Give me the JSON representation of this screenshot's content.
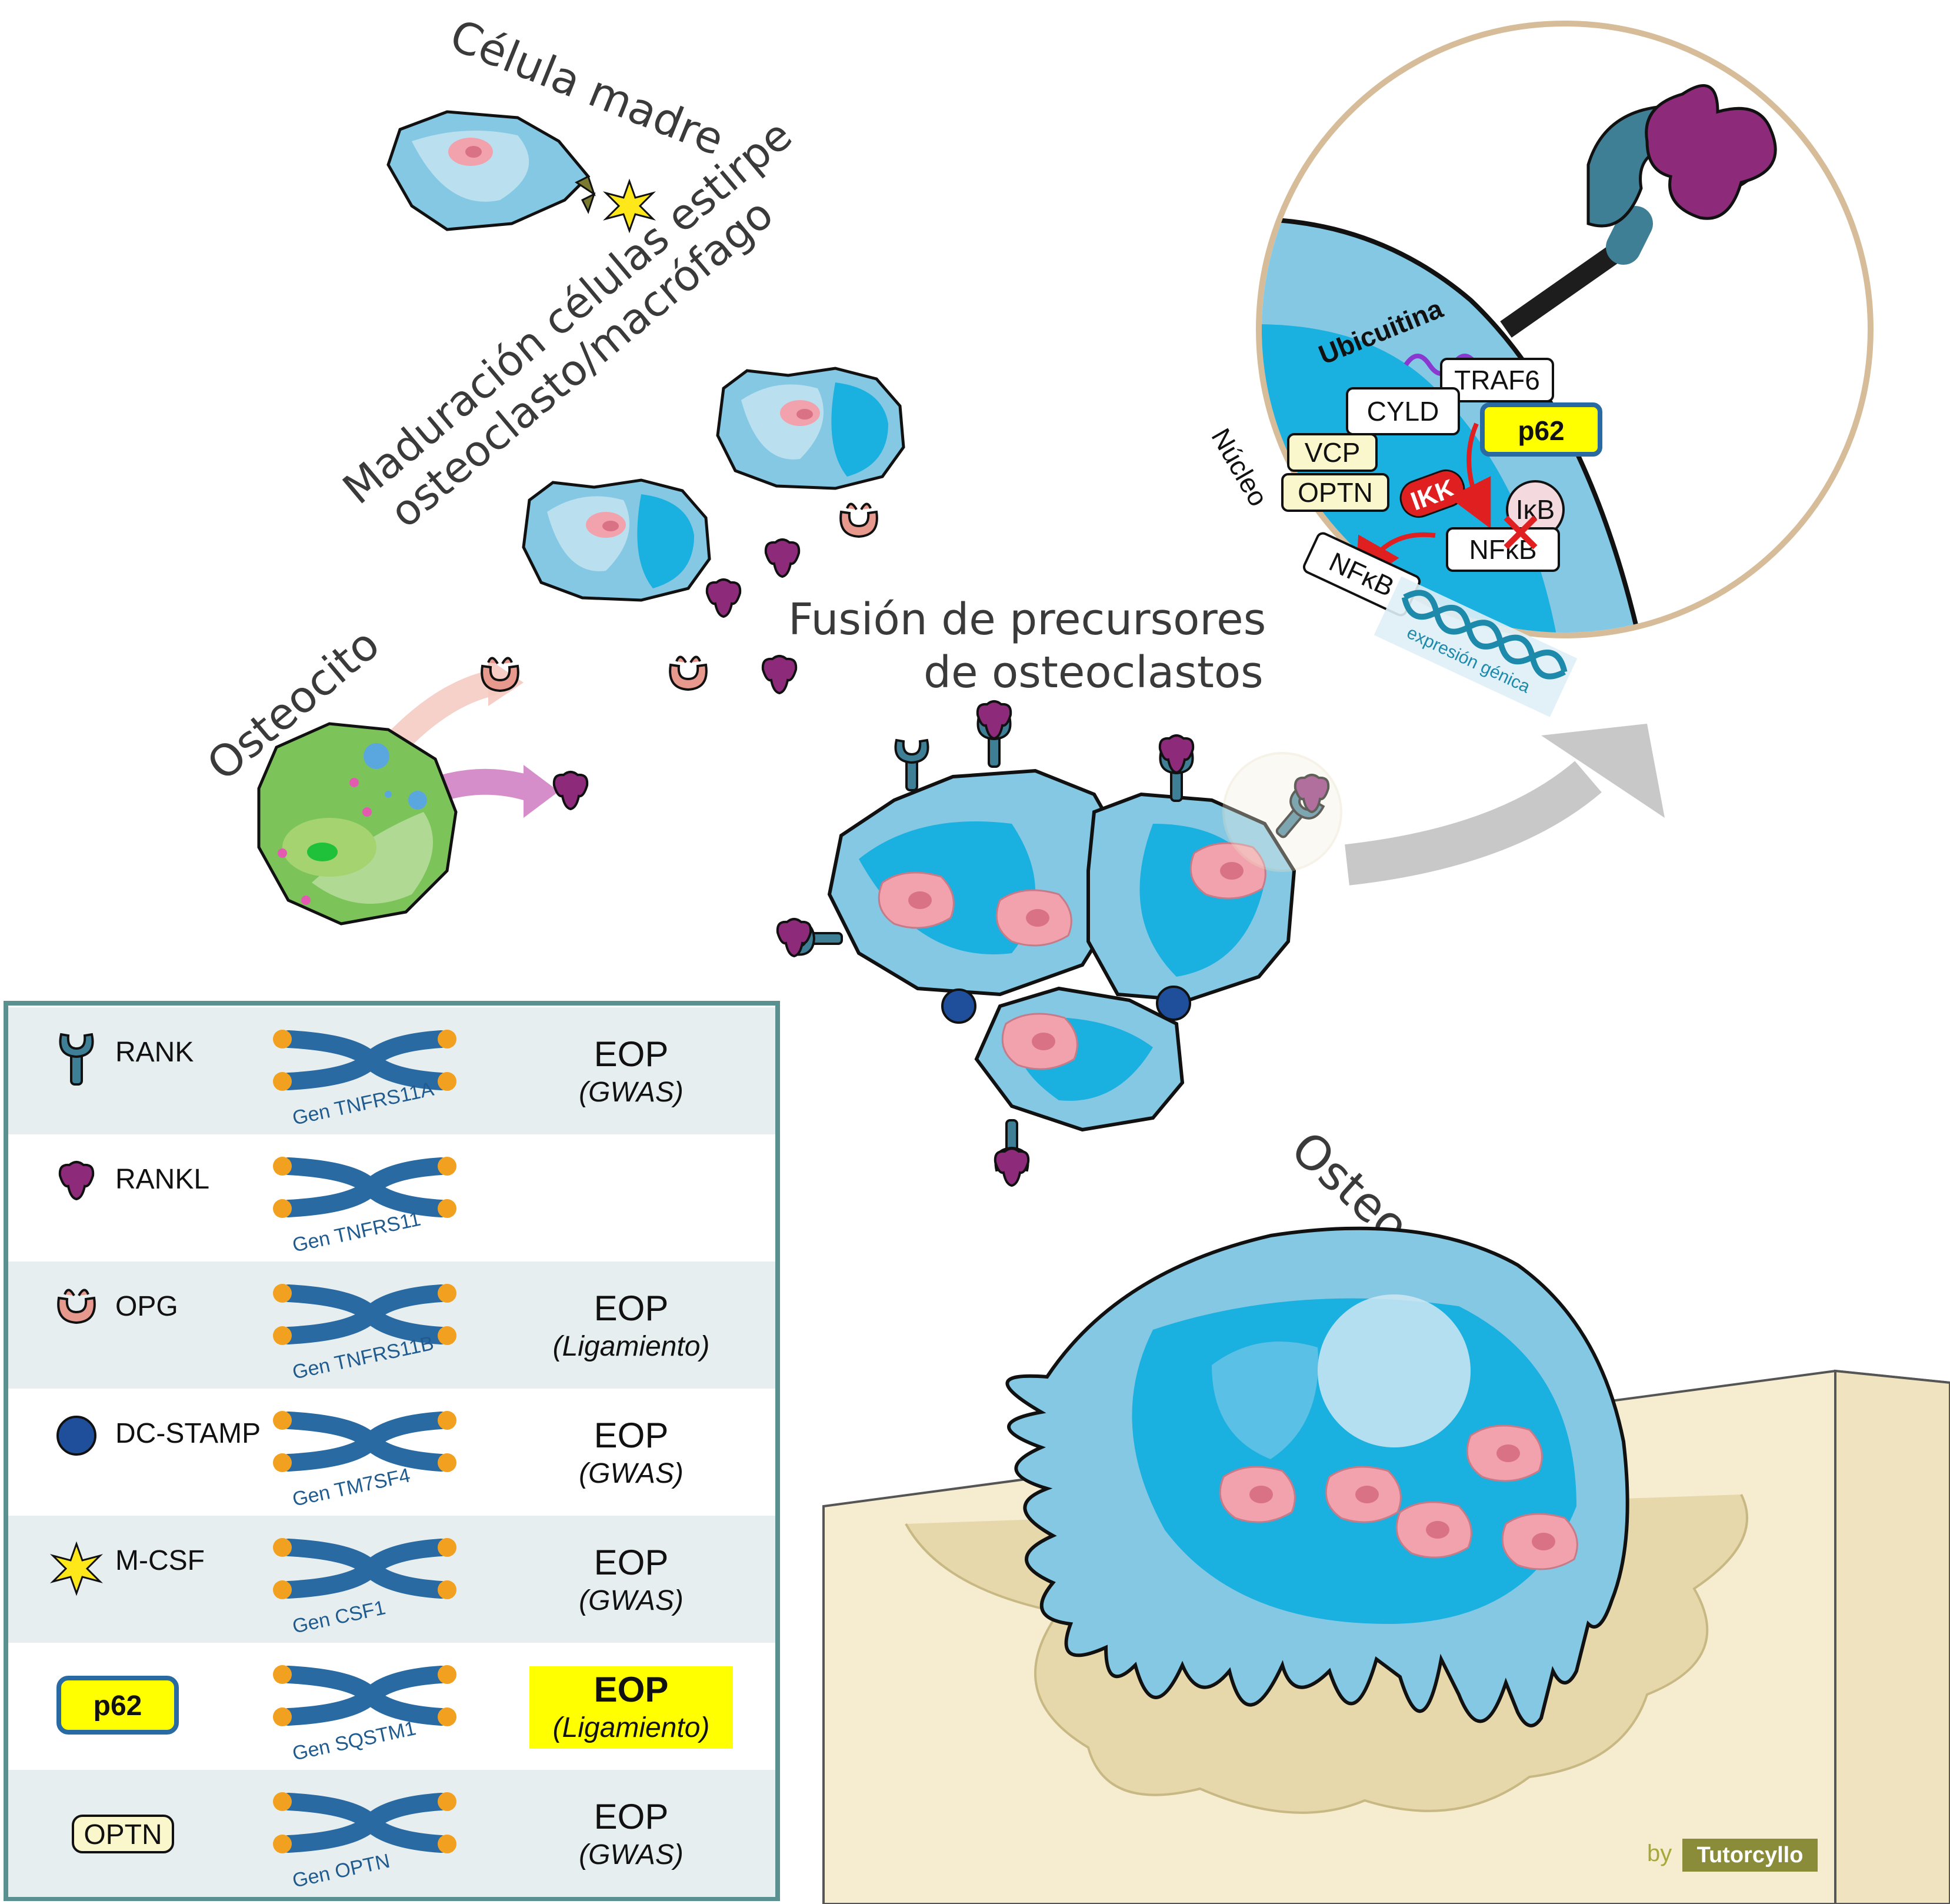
{
  "labels": {
    "stem_cell": "Célula madre",
    "maturation_line1": "Maduración células estirpe",
    "maturation_line2": "osteoclasto/macrófago",
    "osteocyte": "Osteocito",
    "fusion_line1": "Fusión de precursores",
    "fusion_line2": "de osteoclastos",
    "pagetic": "Osteoclasto pagético",
    "gene_expression": "expresión génica"
  },
  "inset": {
    "ubiquitin": "Ubicuitina",
    "traf6": "TRAF6",
    "cyld": "CYLD",
    "p62": "p62",
    "vcp": "VCP",
    "optn": "OPTN",
    "nucleus": "Núcleo",
    "ikk": "IKK",
    "ikb": "IκB",
    "nfkb_cyto": "NFκB",
    "nfkb_nuc": "NFκB"
  },
  "legend": [
    {
      "icon": "rank-receptor-icon",
      "name": "RANK",
      "gene": "Gen TNFRS11A",
      "eop": "EOP",
      "method": "(GWAS)",
      "highlight": false
    },
    {
      "icon": "rankl-ligand-icon",
      "name": "RANKL",
      "gene": "Gen TNFRS11",
      "eop": "",
      "method": "",
      "highlight": false
    },
    {
      "icon": "opg-decoy-icon",
      "name": "OPG",
      "gene": "Gen TNFRS11B",
      "eop": "EOP",
      "method": "(Ligamiento)",
      "highlight": false
    },
    {
      "icon": "dc-stamp-icon",
      "name": "DC-STAMP",
      "gene": "Gen TM7SF4",
      "eop": "EOP",
      "method": "(GWAS)",
      "highlight": false
    },
    {
      "icon": "m-csf-star-icon",
      "name": "M-CSF",
      "gene": "Gen CSF1",
      "eop": "EOP",
      "method": "(GWAS)",
      "highlight": false
    },
    {
      "icon": "p62-box-icon",
      "name": "p62",
      "gene": "Gen SQSTM1",
      "eop": "EOP",
      "method": "(Ligamiento)",
      "highlight": true
    },
    {
      "icon": "optn-box-icon",
      "name": "OPTN",
      "gene": "Gen OPTN",
      "eop": "EOP",
      "method": "(GWAS)",
      "highlight": false
    }
  ],
  "credit": {
    "by": "by",
    "brand": "Tutorcyllo"
  },
  "colors": {
    "cell_blue": "#84c8e4",
    "cell_dark_blue": "#1ab0e0",
    "nucleus_pink": "#f2a2ad",
    "rank_teal": "#3f7f96",
    "rankl_purple": "#8d2a7a",
    "opg_salmon": "#e6998c",
    "osteocyte_green": "#7cc45a",
    "bone_beige": "#f6ecd0",
    "p62_yellow": "#ffff00",
    "legend_border": "#5b9090",
    "gene_blue": "#2a6aa3",
    "gene_tip": "#f2a020",
    "ikk_red": "#e02020"
  }
}
